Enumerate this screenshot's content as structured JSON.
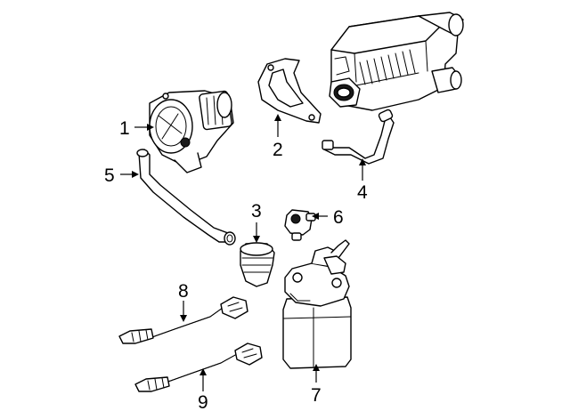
{
  "callouts": [
    {
      "id": "1",
      "label": "1",
      "part": "air-pump"
    },
    {
      "id": "2",
      "label": "2",
      "part": "pump-bracket"
    },
    {
      "id": "3",
      "label": "3",
      "part": "hose-connector"
    },
    {
      "id": "4",
      "label": "4",
      "part": "vacuum-hose"
    },
    {
      "id": "5",
      "label": "5",
      "part": "air-hose"
    },
    {
      "id": "6",
      "label": "6",
      "part": "purge-valve"
    },
    {
      "id": "7",
      "label": "7",
      "part": "vapor-canister"
    },
    {
      "id": "8",
      "label": "8",
      "part": "oxygen-sensor-upper"
    },
    {
      "id": "9",
      "label": "9",
      "part": "oxygen-sensor-lower"
    }
  ]
}
